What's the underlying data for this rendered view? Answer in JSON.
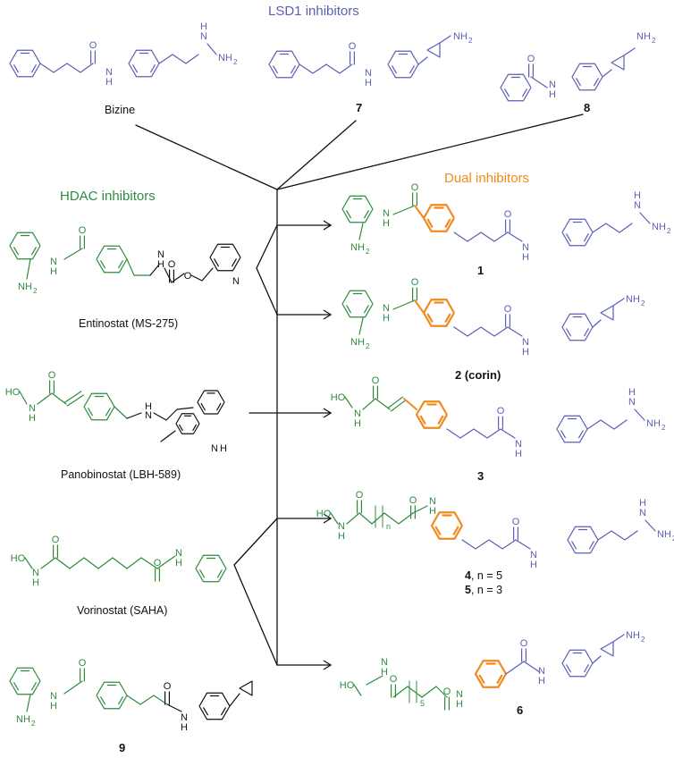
{
  "colors": {
    "lsd1": "#5b5fb3",
    "hdac": "#2e8b3e",
    "dual": "#ef8a1d",
    "tree": "#111111"
  },
  "headers": {
    "lsd1": "LSD1 inhibitors",
    "hdac": "HDAC inhibitors",
    "dual": "Dual inhibitors"
  },
  "compounds": {
    "bizine": "Bizine",
    "c7": "7",
    "c8": "8",
    "entinostat": "Entinostat (MS-275)",
    "panobinostat": "Panobinostat (LBH-589)",
    "vorinostat": "Vorinostat (SAHA)",
    "c9": "9",
    "c1": "1",
    "c2_num": "2",
    "c2_name": " (corin)",
    "c3": "3",
    "c4_num": "4",
    "c4_rest": ", n = 5",
    "c5_num": "5",
    "c5_rest": ", n = 3",
    "c6": "6"
  },
  "atoms": {
    "nh": "N",
    "h": "H",
    "o": "O",
    "ho": "HO",
    "nh2": "NH",
    "two": "2",
    "n": "N",
    "n_sub": "n",
    "five_sub": "5"
  }
}
